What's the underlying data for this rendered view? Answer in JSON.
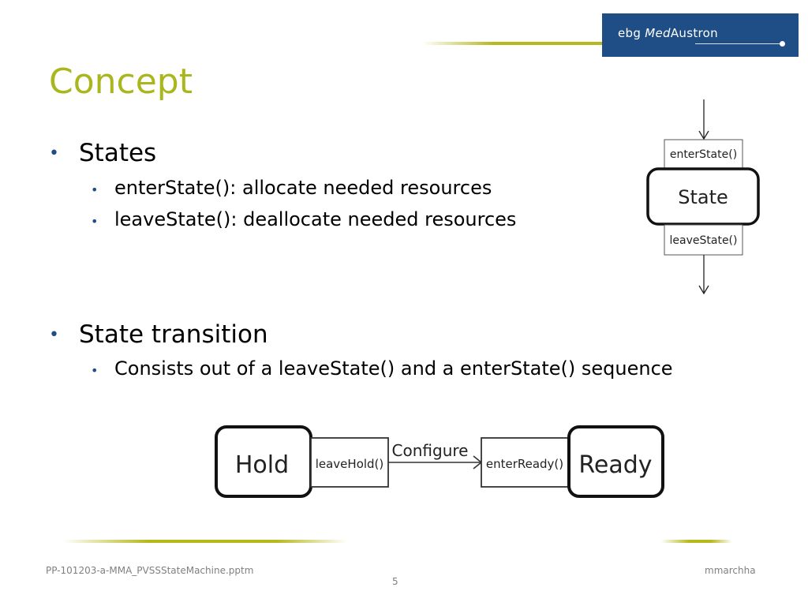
{
  "header": {
    "logo": {
      "prefix": "ebg",
      "med": "Med",
      "suffix": "Austron"
    }
  },
  "slide": {
    "title": "Concept",
    "bullets": [
      {
        "text": "States",
        "sub": [
          "enterState(): allocate needed resources",
          "leaveState(): deallocate needed resources"
        ]
      },
      {
        "text": "State transition",
        "sub": [
          "Consists out of a leaveState() and a enterState() sequence"
        ]
      }
    ],
    "bullet_glyph": "•"
  },
  "state_diagram": {
    "enter_label": "enterState()",
    "state_label": "State",
    "leave_label": "leaveState()"
  },
  "transition_diagram": {
    "from_state": "Hold",
    "leave_label": "leaveHold()",
    "event_label": "Configure",
    "enter_label": "enterReady()",
    "to_state": "Ready"
  },
  "footer": {
    "filename": "PP-101203-a-MMA_PVSSStateMachine.pptm",
    "page_number": "5",
    "author": "mmarchha"
  },
  "colors": {
    "brand_blue": "#1f4e86",
    "title_green": "#a9b61c",
    "accent_line": "#b6b81c"
  }
}
